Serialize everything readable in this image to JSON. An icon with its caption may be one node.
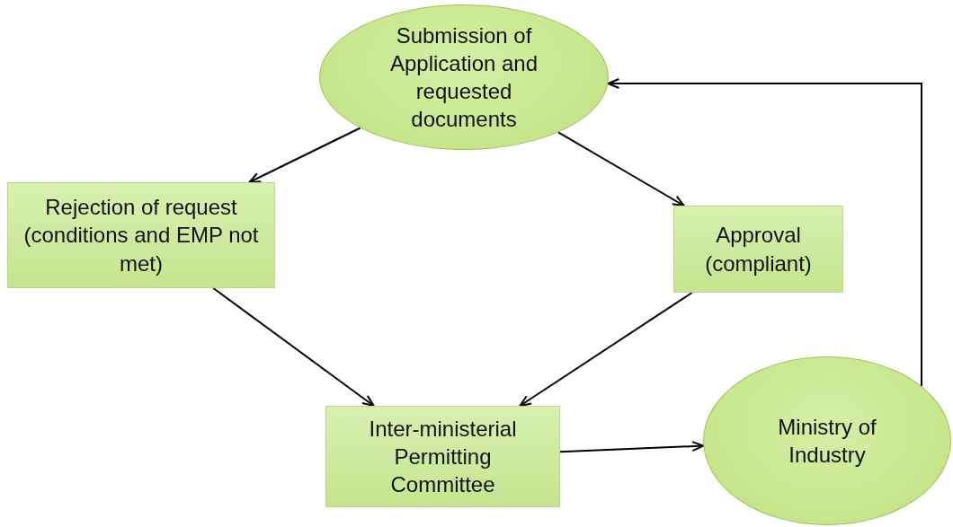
{
  "diagram": {
    "nodes": [
      {
        "text": [
          "Submission of Application and requested documents"
        ]
      },
      {
        "text": [
          "Rejection of request (conditions and EMP not met)"
        ]
      },
      {
        "text": [
          "Approval (compliant)"
        ]
      },
      {
        "text": [
          "Inter-ministerial Permitting Committee"
        ]
      },
      {
        "text": [
          "Ministry of Industry"
        ]
      }
    ],
    "edges": [
      {
        "from": 0,
        "to": 1,
        "arrow": "to"
      },
      {
        "from": 0,
        "to": 2,
        "arrow": "to"
      },
      {
        "from": 1,
        "to": 3,
        "arrow": "to"
      },
      {
        "from": 2,
        "to": 3,
        "arrow": "to"
      },
      {
        "from": 3,
        "to": 4,
        "arrow": "to"
      },
      {
        "from": 4,
        "to": 0,
        "arrow": "to"
      }
    ]
  }
}
